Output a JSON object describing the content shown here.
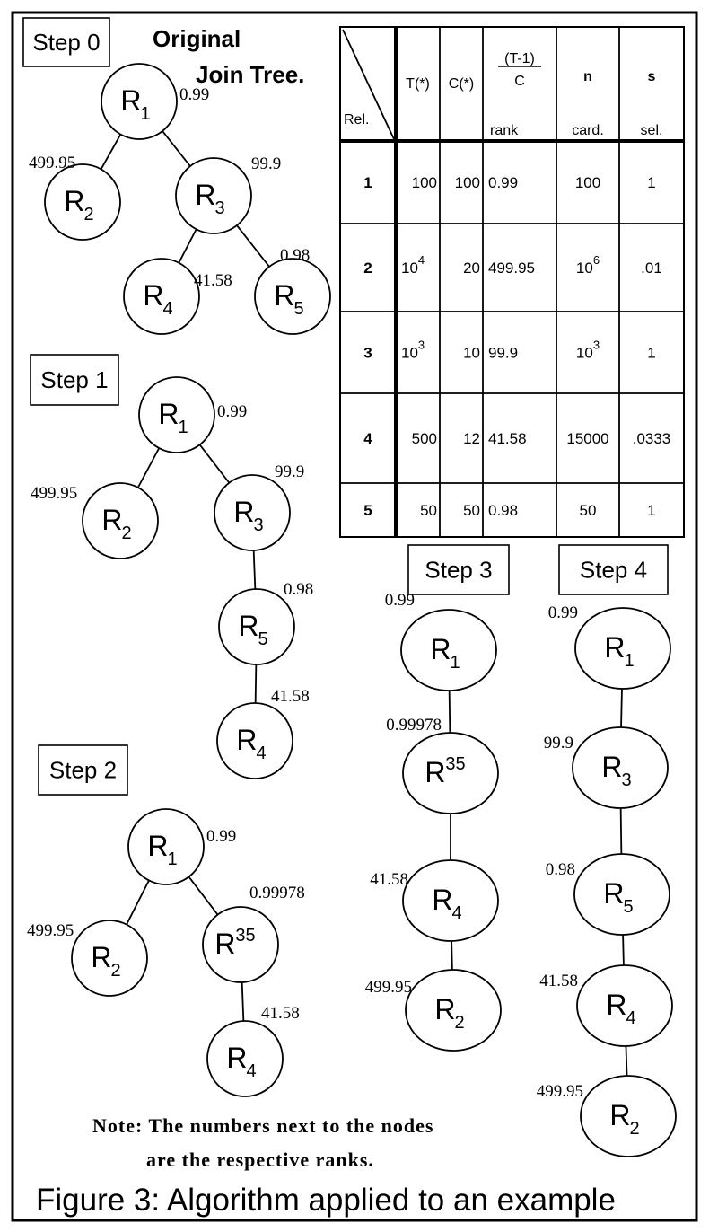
{
  "title_line1": "Original",
  "title_line2": "Join Tree.",
  "table": {
    "corner_label": "Rel.",
    "headers": [
      {
        "top": "T(*)",
        "bottom": ""
      },
      {
        "top": "C(*)",
        "bottom": ""
      },
      {
        "top_frac_num": "(T-1)",
        "top_frac_den": "C",
        "bottom": "rank"
      },
      {
        "top": "n",
        "bottom": "card."
      },
      {
        "top": "s",
        "bottom": "sel."
      }
    ],
    "rows": [
      {
        "rel": "1",
        "T": "100",
        "T_exp": "",
        "C": "100",
        "rank": "0.99",
        "n": "100",
        "n_exp": "",
        "s": "1"
      },
      {
        "rel": "2",
        "T": "10",
        "T_exp": "4",
        "C": "20",
        "rank": "499.95",
        "n": "10",
        "n_exp": "6",
        "s": ".01"
      },
      {
        "rel": "3",
        "T": "10",
        "T_exp": "3",
        "C": "10",
        "rank": "99.9",
        "n": "10",
        "n_exp": "3",
        "s": "1"
      },
      {
        "rel": "4",
        "T": "500",
        "T_exp": "",
        "C": "12",
        "rank": "41.58",
        "n": "15000",
        "n_exp": "",
        "s": ".0333"
      },
      {
        "rel": "5",
        "T": "50",
        "T_exp": "",
        "C": "50",
        "rank": "0.98",
        "n": "50",
        "n_exp": "",
        "s": "1"
      }
    ]
  },
  "steps": [
    {
      "label": "Step 0",
      "nodes": [
        {
          "id": "R1",
          "main": "R",
          "sub": "1",
          "rank": "0.99"
        },
        {
          "id": "R2",
          "main": "R",
          "sub": "2",
          "rank": "499.95"
        },
        {
          "id": "R3",
          "main": "R",
          "sub": "3",
          "rank": "99.9"
        },
        {
          "id": "R4",
          "main": "R",
          "sub": "4",
          "rank": "41.58"
        },
        {
          "id": "R5",
          "main": "R",
          "sub": "5",
          "rank": "0.98"
        }
      ],
      "edges": [
        [
          "R1",
          "R2"
        ],
        [
          "R1",
          "R3"
        ],
        [
          "R3",
          "R4"
        ],
        [
          "R3",
          "R5"
        ]
      ]
    },
    {
      "label": "Step 1",
      "nodes": [
        {
          "id": "R1",
          "main": "R",
          "sub": "1",
          "rank": "0.99"
        },
        {
          "id": "R2",
          "main": "R",
          "sub": "2",
          "rank": "499.95"
        },
        {
          "id": "R3",
          "main": "R",
          "sub": "3",
          "rank": "99.9"
        },
        {
          "id": "R5",
          "main": "R",
          "sub": "5",
          "rank": "0.98"
        },
        {
          "id": "R4",
          "main": "R",
          "sub": "4",
          "rank": "41.58"
        }
      ],
      "edges": [
        [
          "R1",
          "R2"
        ],
        [
          "R1",
          "R3"
        ],
        [
          "R3",
          "R5"
        ],
        [
          "R5",
          "R4"
        ]
      ]
    },
    {
      "label": "Step 2",
      "nodes": [
        {
          "id": "R1",
          "main": "R",
          "sub": "1",
          "rank": "0.99"
        },
        {
          "id": "R2",
          "main": "R",
          "sub": "2",
          "rank": "499.95"
        },
        {
          "id": "R35",
          "main": "R",
          "sup": "35",
          "rank": "0.99978"
        },
        {
          "id": "R4",
          "main": "R",
          "sub": "4",
          "rank": "41.58"
        }
      ],
      "edges": [
        [
          "R1",
          "R2"
        ],
        [
          "R1",
          "R35"
        ],
        [
          "R35",
          "R4"
        ]
      ]
    },
    {
      "label": "Step 3",
      "nodes": [
        {
          "id": "R1",
          "main": "R",
          "sub": "1",
          "rank": "0.99"
        },
        {
          "id": "R35",
          "main": "R",
          "sup": "35",
          "rank": "0.99978"
        },
        {
          "id": "R4",
          "main": "R",
          "sub": "4",
          "rank": "41.58"
        },
        {
          "id": "R2",
          "main": "R",
          "sub": "2",
          "rank": "499.95"
        }
      ],
      "edges": [
        [
          "R1",
          "R35"
        ],
        [
          "R35",
          "R4"
        ],
        [
          "R4",
          "R2"
        ]
      ]
    },
    {
      "label": "Step 4",
      "nodes": [
        {
          "id": "R1",
          "main": "R",
          "sub": "1",
          "rank": "0.99"
        },
        {
          "id": "R3",
          "main": "R",
          "sub": "3",
          "rank": "99.9"
        },
        {
          "id": "R5",
          "main": "R",
          "sub": "5",
          "rank": "0.98"
        },
        {
          "id": "R4",
          "main": "R",
          "sub": "4",
          "rank": "41.58"
        },
        {
          "id": "R2",
          "main": "R",
          "sub": "2",
          "rank": "499.95"
        }
      ],
      "edges": [
        [
          "R1",
          "R3"
        ],
        [
          "R3",
          "R5"
        ],
        [
          "R5",
          "R4"
        ],
        [
          "R4",
          "R2"
        ]
      ]
    }
  ],
  "note_line1": "Note: The numbers next to the nodes",
  "note_line2": "are the respective ranks.",
  "caption": "Figure 3: Algorithm applied to an example"
}
